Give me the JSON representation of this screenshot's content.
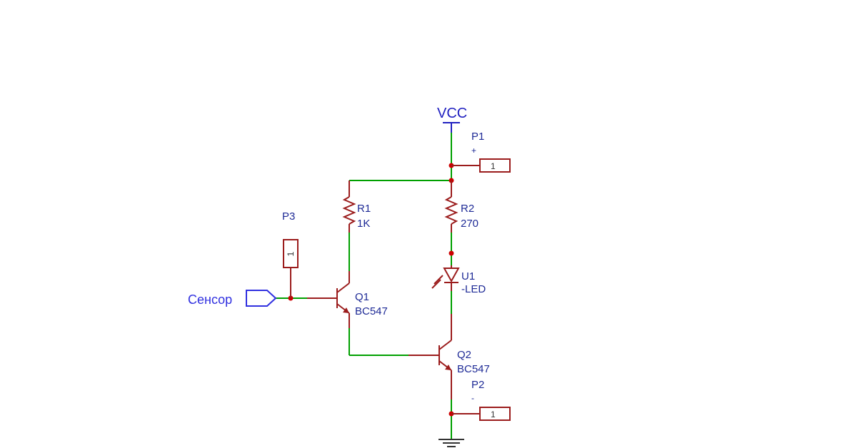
{
  "power": {
    "vcc": "VCC"
  },
  "net_label": {
    "sensor": "Сенсор"
  },
  "components": {
    "p1": {
      "ref": "P1",
      "value": "+",
      "pin": "1"
    },
    "p2": {
      "ref": "P2",
      "value": "-",
      "pin": "1"
    },
    "p3": {
      "ref": "P3",
      "pin": "1"
    },
    "r1": {
      "ref": "R1",
      "value": "1K"
    },
    "r2": {
      "ref": "R2",
      "value": "270"
    },
    "u1": {
      "ref": "U1",
      "value": "-LED"
    },
    "q1": {
      "ref": "Q1",
      "value": "BC547"
    },
    "q2": {
      "ref": "Q2",
      "value": "BC547"
    }
  },
  "colors": {
    "wire": "#00a000",
    "component": "#9b1c1c",
    "junction": "#cc0000",
    "label": "#1e2a96",
    "power": "#2020c0"
  }
}
